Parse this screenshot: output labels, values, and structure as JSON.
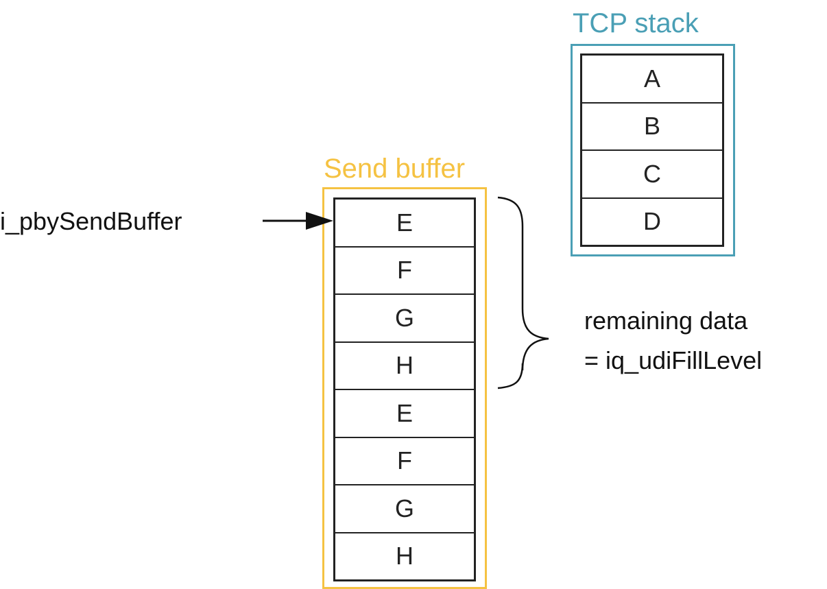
{
  "colors": {
    "tcp_accent": "#4a9fb5",
    "send_accent": "#f5c242",
    "cell_border": "#222222",
    "text": "#222222"
  },
  "tcp_stack": {
    "title": "TCP stack",
    "cells": [
      "A",
      "B",
      "C",
      "D"
    ]
  },
  "send_buffer": {
    "title": "Send buffer",
    "cells": [
      "E",
      "F",
      "G",
      "H",
      "E",
      "F",
      "G",
      "H"
    ]
  },
  "pointer": {
    "label": "i_pbySendBuffer"
  },
  "remaining": {
    "line1": "remaining data",
    "line2": "= iq_udiFillLevel"
  }
}
